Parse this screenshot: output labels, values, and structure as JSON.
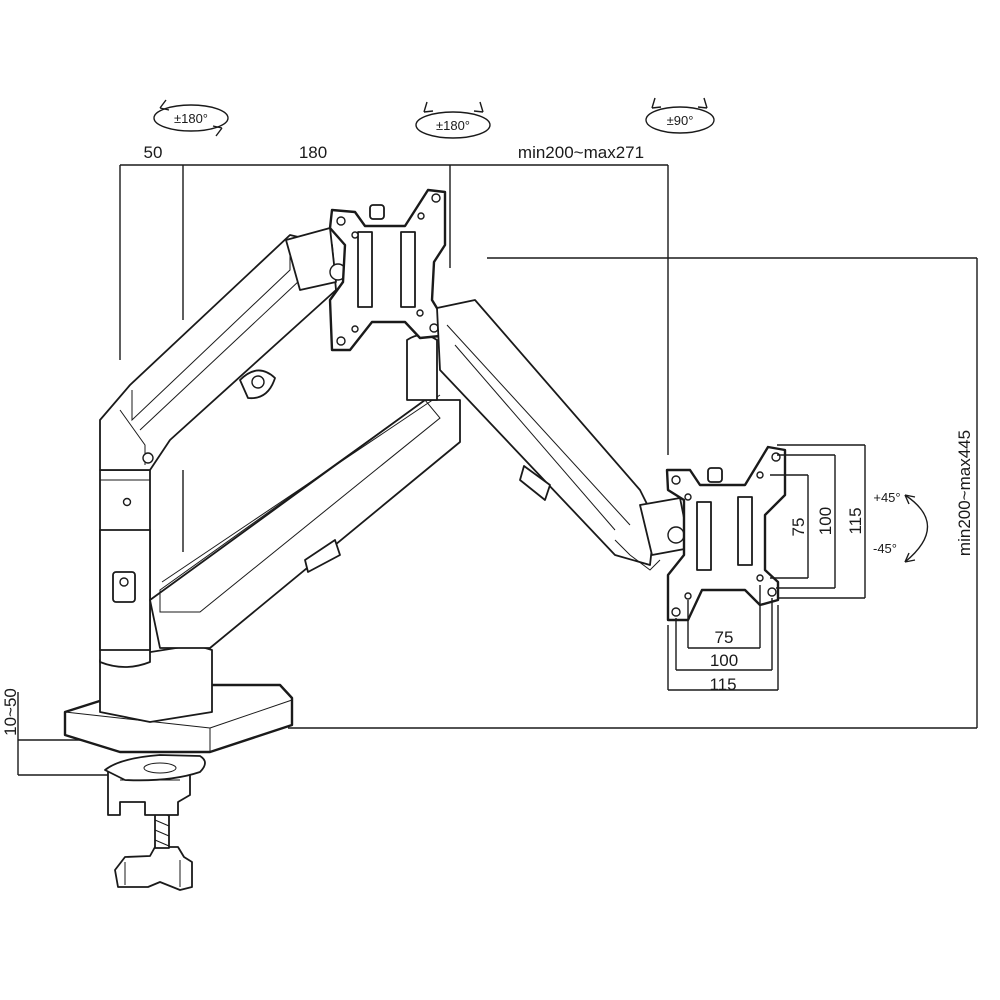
{
  "rotations": {
    "base_swivel": "±180°",
    "arm_joint": "±180°",
    "head_swivel": "±90°",
    "tilt_up": "+45°",
    "tilt_down": "-45°"
  },
  "dimensions": {
    "top_segment_a": "50",
    "top_segment_b": "180",
    "top_segment_c": "min200~max271",
    "height": "min200~max445",
    "clamp_thickness": "10~50"
  },
  "vesa": {
    "vertical_75": "75",
    "vertical_100": "100",
    "vertical_115": "115",
    "horizontal_75": "75",
    "horizontal_100": "100",
    "horizontal_115": "115"
  }
}
